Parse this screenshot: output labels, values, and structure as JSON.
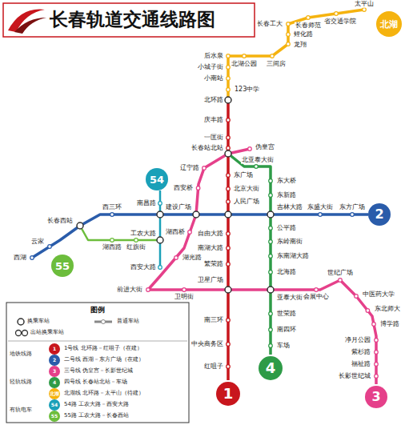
{
  "diagram": {
    "title": "长春轨道交通线路图",
    "nodes": [
      {
        "text": [
          "北湖"
        ]
      },
      {
        "text": [
          "54"
        ]
      },
      {
        "text": [
          "2"
        ]
      },
      {
        "text": [
          "55"
        ]
      },
      {
        "text": [
          "4"
        ]
      },
      {
        "text": [
          "1"
        ]
      },
      {
        "text": [
          "3"
        ]
      }
    ],
    "labels": [
      "太平山",
      "省交通学院",
      "长春工大",
      "长春师范",
      "鲤化路",
      "龙翔",
      "后水泉",
      "北湖公园",
      "三间房",
      "小城子街",
      "小南站",
      "123中学",
      "北环路",
      "庆丰路",
      "一匡街",
      "长春站北站",
      "伪皇宫",
      "北亚泰大街",
      "东广场",
      "北京大街",
      "人民广场",
      "自由大路",
      "南湖大路",
      "繁荣路",
      "卫星广场",
      "南三环",
      "中央商务区",
      "红咀子",
      "东大桥",
      "东新路",
      "吉林大路",
      "公平路",
      "东岭南街",
      "东南湖大路",
      "北海路",
      "亚泰大街",
      "世荣路",
      "南四环",
      "车场",
      "西湖",
      "云家",
      "长春西站",
      "西三环",
      "建设广场",
      "东盛大街",
      "东方广场",
      "辽宁路",
      "西安桥",
      "湖西桥",
      "湖光路",
      "前进大街",
      "卫明街",
      "会展中心",
      "世纪广场",
      "中医药大学",
      "东北师大",
      "博学路",
      "净月公园",
      "紫杉路",
      "福祉路",
      "长影世纪城",
      "南昌路",
      "工农大路",
      "西安大路",
      "红旗街",
      "湖西路",
      "图例",
      "地铁线路",
      "轻轨线路",
      "有轨电车",
      "1",
      "2",
      "3",
      "4",
      "北湖",
      "54",
      "55"
    ],
    "legend": [
      {
        "text": "换乘车站"
      },
      {
        "text": "普通车站"
      },
      {
        "text": "出站换乘车站"
      },
      {
        "text": "1号线 北环路－红咀子（在建）",
        "color": "#c8161d"
      },
      {
        "text": "二号线 西湖－东方广场（在建）",
        "color": "#2a5caa"
      },
      {
        "text": "三号线 伪皇宫－长影世纪城",
        "color": "#e5408a"
      },
      {
        "text": "四号线 长春站北站－车场",
        "color": "#2e9b47"
      },
      {
        "text": "北湖线 北环路－太平山（待建）",
        "color": "#f5b30f"
      },
      {
        "text": "54路 工农大路－西安大路",
        "color": "#1aa0b8"
      },
      {
        "text": "55路 工农大路－长春西站",
        "color": "#6cbd3c"
      }
    ]
  }
}
